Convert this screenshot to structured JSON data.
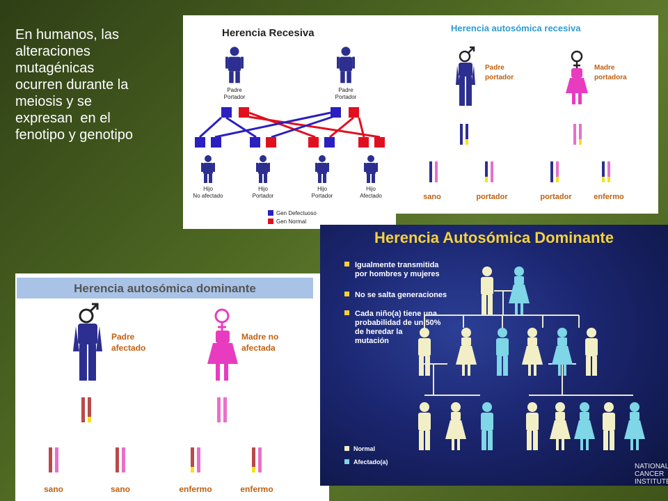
{
  "slide_text": [
    "En humanos, las",
    "alteraciones",
    "mutagénicas",
    "ocurren durante la",
    "meiosis y se",
    "expresan  en el",
    "fenotipo y genotipo"
  ],
  "recesiva": {
    "title": "Herencia Recesiva",
    "parent1": [
      "Padre",
      "Portador"
    ],
    "parent2": [
      "Padre",
      "Portador"
    ],
    "children": [
      [
        "Hijo",
        "No afectado"
      ],
      [
        "Hijo",
        "Portador"
      ],
      [
        "Hijo",
        "Portador"
      ],
      [
        "Hijo",
        "Afectado"
      ]
    ],
    "legend": [
      "Gen Defectuoso",
      "Gen Normal"
    ],
    "colors": {
      "defect": "#2a1fbf",
      "normal": "#e01020"
    }
  },
  "auto_recesiva": {
    "title": "Herencia autosómica recesiva",
    "father": [
      "Padre",
      "portador"
    ],
    "mother": [
      "Madre",
      "portadora"
    ],
    "outcomes": [
      "sano",
      "portador",
      "portador",
      "enfermo"
    ]
  },
  "auto_dominante": {
    "title": "Herencia autosómica dominante",
    "father": [
      "Padre",
      "afectado"
    ],
    "mother": [
      "Madre no",
      "afectada"
    ],
    "outcomes": [
      "sano",
      "sano",
      "enfermo",
      "enfermo"
    ]
  },
  "dominante_nci": {
    "title": "Herencia Autosómica Dominante",
    "bullets": [
      [
        "Igualmente transmitida",
        "por hombres y mujeres"
      ],
      [
        "No se salta generaciones"
      ],
      [
        "Cada niño(a) tiene una",
        "probabilidad de un 50%",
        "de heredar la",
        "mutación"
      ]
    ],
    "legend": [
      "Normal",
      "Afectado(a)"
    ],
    "logo_lines": [
      "NATIONAL",
      "CANCER",
      "INSTITUTE"
    ]
  }
}
